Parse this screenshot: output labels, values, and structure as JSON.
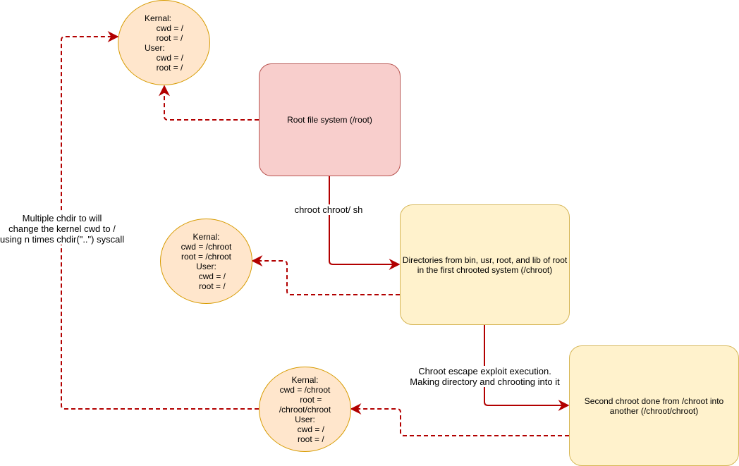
{
  "nodes": {
    "root_fs": "Root file system (/root)",
    "first_chroot": "Directories from bin, usr, root, and lib of root in the first chrooted system (/chroot)",
    "second_chroot": "Second chroot done from /chroot into another (/chroot/chroot)"
  },
  "states": {
    "top": "Kernal:\n     cwd = /\n     root = /\nUser:\n     cwd = /\n     root = /",
    "middle": "Kernal:\ncwd = /chroot\nroot = /chroot\nUser:\n     cwd = /\n     root = /",
    "bottom": "Kernal:\ncwd = /chroot\n     root =\n/chroot/chroot\nUser:\n     cwd = /\n     root = /"
  },
  "edge_labels": {
    "chroot_cmd": "chroot chroot/ sh",
    "escape_exploit": "Chroot escape exploit execution.\nMaking directory and chrooting into it",
    "multiple_chdir": "Multiple chdir to will\nchange the kernel cwd to /\nusing n times chdir(\"..\") syscall"
  },
  "colors": {
    "edge": "#b20000",
    "red_fill": "#f8cecc",
    "yellow_fill": "#fff2cc",
    "orange_fill": "#ffe6cc"
  }
}
